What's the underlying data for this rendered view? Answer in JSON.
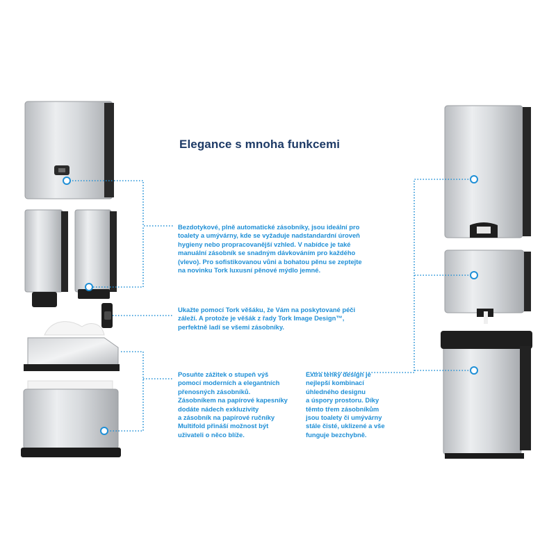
{
  "heading": "Elegance s mnoha funkcemi",
  "text_blocks": {
    "soap_dispensers": "Bezdotykové, plně automatické zásobníky, jsou ideální pro\ntoalety a umývárny, kde se vyžaduje nadstandardní úroveň\nhygieny nebo propracovanější vzhled. V nabídce je také\nmanuální zásobník se snadným dávkováním pro každého\n(vlevo). Pro sofistikovanou vůni a bohatou pěnu se zeptejte\nna novinku Tork luxusní pěnové mýdlo jemné.",
    "hook": "Ukažte pomocí Tork věšáku, že Vám na poskytované péči\nzáleží. A protože je věšák z řady Tork Image Design™,\nperfektně ladí se všemi zásobníky.",
    "portable": "Posuňte zážitek o stupeň výš\npomocí moderních a elegantních\npřenosných zásobníků.\nZásobníkem na papírové kapesníky\ndodáte nádech exkluzivity\na zásobník na papírové ručníky\nMultifold přináší možnost být\nuživateli o něco blíže.",
    "thin_design": "Extra tenký design je\nnejlepší kombinací\núhledného designu\na úspory prostoru. Díky\ntěmto třem zásobníkům\njsou toalety či umývárny\nstále čisté, uklizené a vše\nfunguje bezchybně."
  },
  "colors": {
    "heading": "#1d3a66",
    "accent": "#1f8fd6",
    "steel": "#c9ccd0",
    "dark": "#1b1b1b"
  },
  "products": [
    "hand-towel-dispenser",
    "foam-soap-dispenser-manual",
    "foam-soap-dispenser-sensor",
    "hook",
    "facial-tissue-dispenser",
    "multifold-counter-dispenser",
    "slim-towel-dispenser",
    "slim-roll-towel-dispenser",
    "waste-bin"
  ]
}
